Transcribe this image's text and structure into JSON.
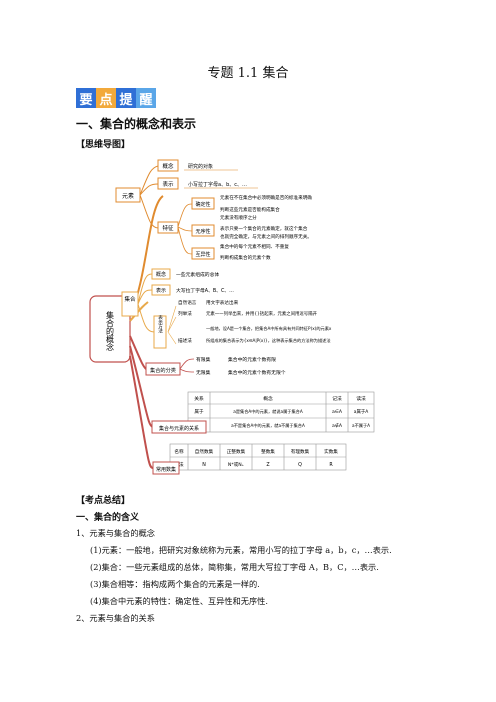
{
  "header": {
    "title": "专题 1.1  集合"
  },
  "badge": {
    "chars": [
      "要",
      "点",
      "提",
      "醒"
    ],
    "colors": [
      "#2f6fd6",
      "#f2a93b",
      "#2f6fd6",
      "#5aa6e8"
    ]
  },
  "section1": {
    "title": "一、集合的概念和表示",
    "mindmap_label": "【思维导图】"
  },
  "mindmap": {
    "center": "集合的概念",
    "b1": {
      "label": "元素",
      "concept": "概念",
      "concept_txt": "研究的对象",
      "rep": "表示",
      "rep_txt": "小写拉丁字母a、b、c、…",
      "traits": "特征",
      "t1": "确定性",
      "t1a": "元素在不在集合中必须明确是否的标准来明确",
      "t1b": "判断这些元素是否能构成集合",
      "t2": "无序性",
      "t2a": "元素没有顺序之分",
      "t2b": "表示只要一个集合的元素确定，就这个集合",
      "t2c": "也就完全确定，与元素之间的排列顺序无关。",
      "t3": "互异性",
      "t3a": "集合中的每个元素不相同、不重复",
      "t3b": "判断构成集合的元素个数"
    },
    "b2": {
      "label": "集合",
      "concept": "概念",
      "concept_txt": "一些元素组成的总体",
      "rep": "表示",
      "rep_txt": "大写拉丁字母A、B、C、…",
      "method": "表示方法",
      "m0": "自然语言",
      "m0t": "用文字表达出来",
      "m1": "列举法",
      "m1t": "元素一一列举出来，并用{}括起来，元素之间用逗号隔开",
      "m2t1": "一般地，设A是一个集合，把集合A中所有具有共同特征P(x)的元素x",
      "m2t2": "所组成的集合表示为{x∈A|P(x)}，这种表示集合的方法称为描述法",
      "m2": "描述法"
    },
    "b3": {
      "label": "集合的分类",
      "f1": "有限集",
      "f1t": "集合中的元素个数有限",
      "f2": "无限集",
      "f2t": "集合中的元素个数有无限个"
    },
    "b4": {
      "label": "集合与元素的关系",
      "headers": [
        "关系",
        "概念",
        "记法",
        "读法"
      ],
      "rows": [
        [
          "属于",
          "a是集合A中的元素，就说a属于集合A",
          "a∈A",
          "a属于A"
        ],
        [
          "不属于",
          "a不是集合A中的元素，就a不属于集合A",
          "a∉A",
          "a不属于A"
        ]
      ]
    },
    "b5": {
      "label": "常用数集",
      "headers": [
        "名称",
        "自然数集",
        "正整数集",
        "整数集",
        "有理数集",
        "实数集"
      ],
      "row": [
        "记法",
        "N",
        "N*或N₊",
        "Z",
        "Q",
        "R"
      ]
    }
  },
  "summary_label": "【考点总结】",
  "s1": {
    "title": "一、集合的含义"
  },
  "s2": {
    "title": "1、元素与集合的概念"
  },
  "p1": "(1)元素：一般地，把研究对象统称为元素，常用小写的拉丁字母 a，b，c，…表示.",
  "p2": "(2)集合：一些元素组成的总体，简称集，常用大写拉丁字母 A，B，C，…表示.",
  "p3": "(3)集合相等：指构成两个集合的元素是一样的.",
  "p4": "(4)集合中元素的特性：确定性、互异性和无序性.",
  "s3": {
    "title": "2、元素与集合的关系"
  }
}
